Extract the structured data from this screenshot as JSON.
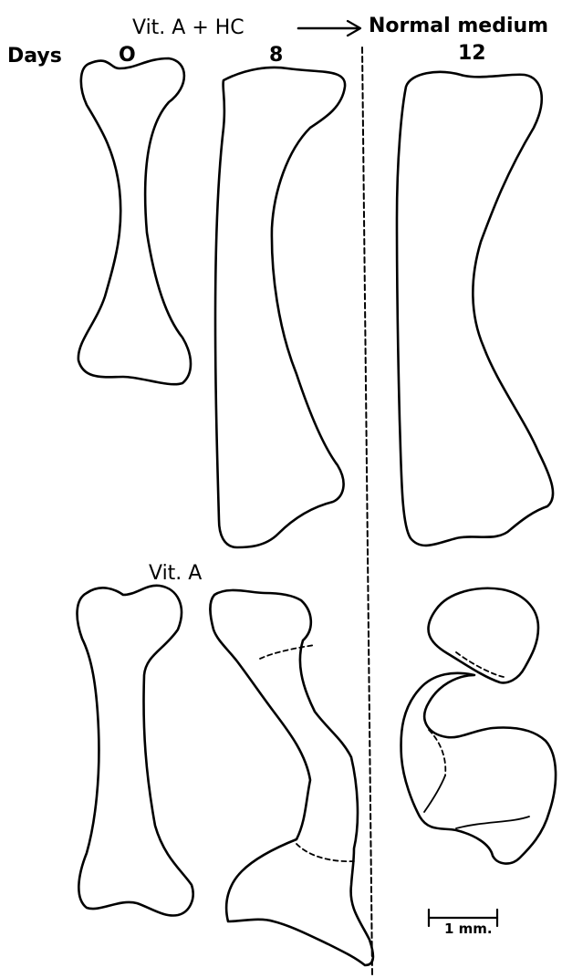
{
  "header": {
    "treatment_label": "Vit. A + HC",
    "transfer_label": "Normal medium",
    "days_label": "Days",
    "day_labels": [
      "O",
      "8",
      "12"
    ]
  },
  "lower_group": {
    "treatment_label": "Vit. A"
  },
  "scale_bar": {
    "label": "1 mm."
  }
}
